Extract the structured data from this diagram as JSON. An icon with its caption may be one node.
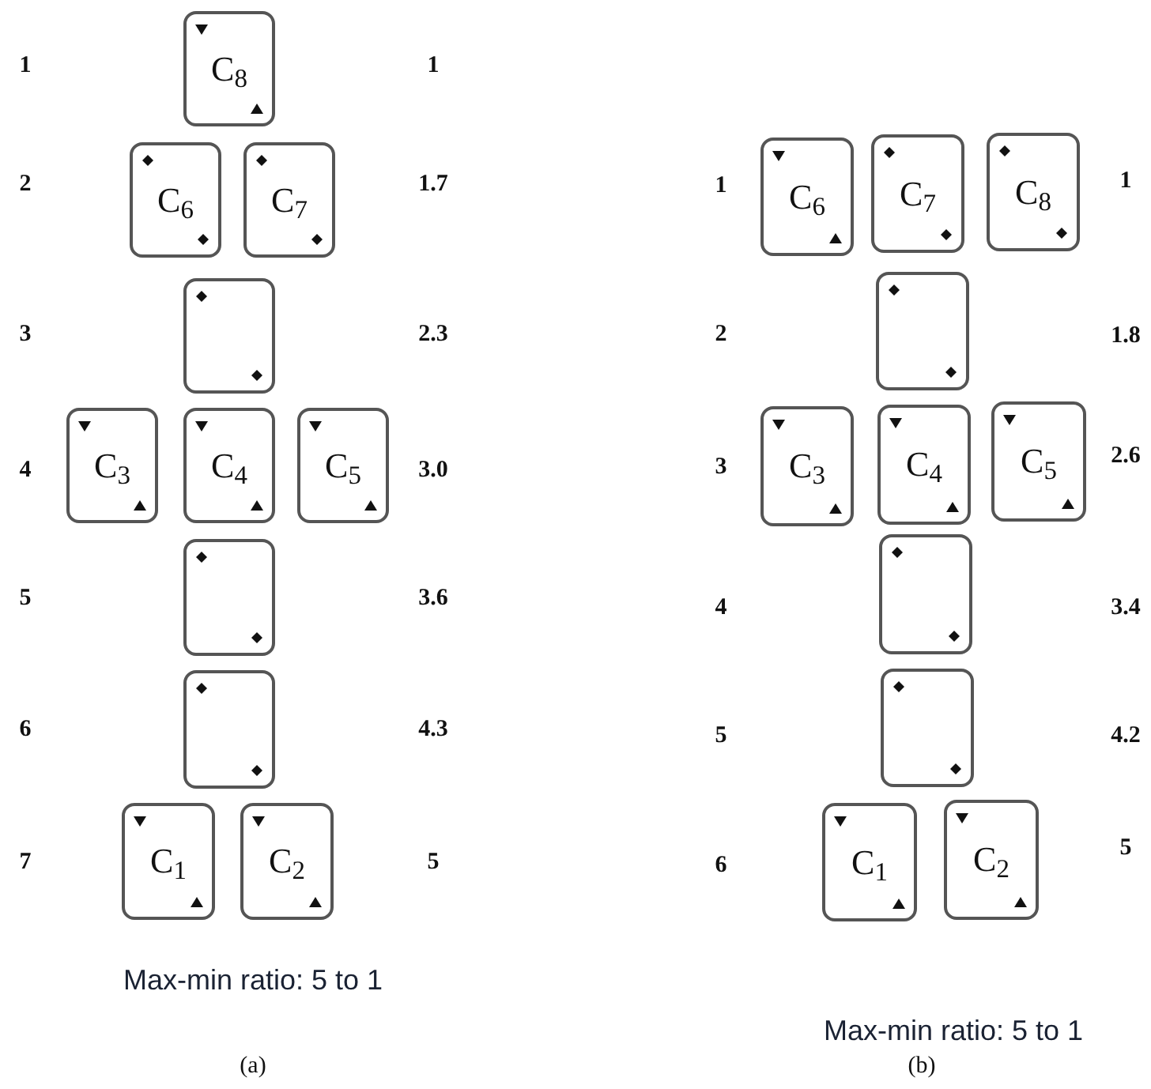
{
  "diagram": {
    "nodes": [
      {
        "text": [
          "C$_{8}$"
        ]
      },
      {
        "text": [
          "C$_{6}$"
        ]
      },
      {
        "text": [
          "C$_{7}$"
        ]
      },
      {
        "text": [],
        "shape": "box"
      },
      {
        "text": [
          "C$_{3}$"
        ]
      },
      {
        "text": [
          "C$_{4}$"
        ]
      },
      {
        "text": [
          "C$_{5}$"
        ]
      },
      {
        "text": [],
        "shape": "box"
      },
      {
        "text": [],
        "shape": "box"
      },
      {
        "text": [
          "C$_{1}$"
        ]
      },
      {
        "text": [
          "C$_{2}$"
        ]
      },
      {
        "text": [
          "C$_{6}$"
        ]
      },
      {
        "text": [
          "C$_{7}$"
        ]
      },
      {
        "text": [
          "C$_{8}$"
        ]
      },
      {
        "text": [],
        "shape": "box"
      },
      {
        "text": [
          "C$_{3}$"
        ]
      },
      {
        "text": [
          "C$_{4}$"
        ]
      },
      {
        "text": [
          "C$_{5}$"
        ]
      },
      {
        "text": [],
        "shape": "box"
      },
      {
        "text": [],
        "shape": "box"
      },
      {
        "text": [
          "C$_{1}$"
        ]
      },
      {
        "text": [
          "C$_{2}$"
        ]
      }
    ],
    "labels": [
      "1",
      "1",
      "2",
      "1.7",
      "3",
      "2.3",
      "4",
      "3.0",
      "5",
      "3.6",
      "6",
      "4.3",
      "7",
      "5",
      "Max-min ratio: 5 to 1",
      "(a)",
      "1",
      "1",
      "2",
      "1.8",
      "3",
      "2.6",
      "4",
      "3.4",
      "5",
      "4.2",
      "6",
      "5",
      "Max-min ratio: 5 to 1",
      "(b)"
    ]
  }
}
